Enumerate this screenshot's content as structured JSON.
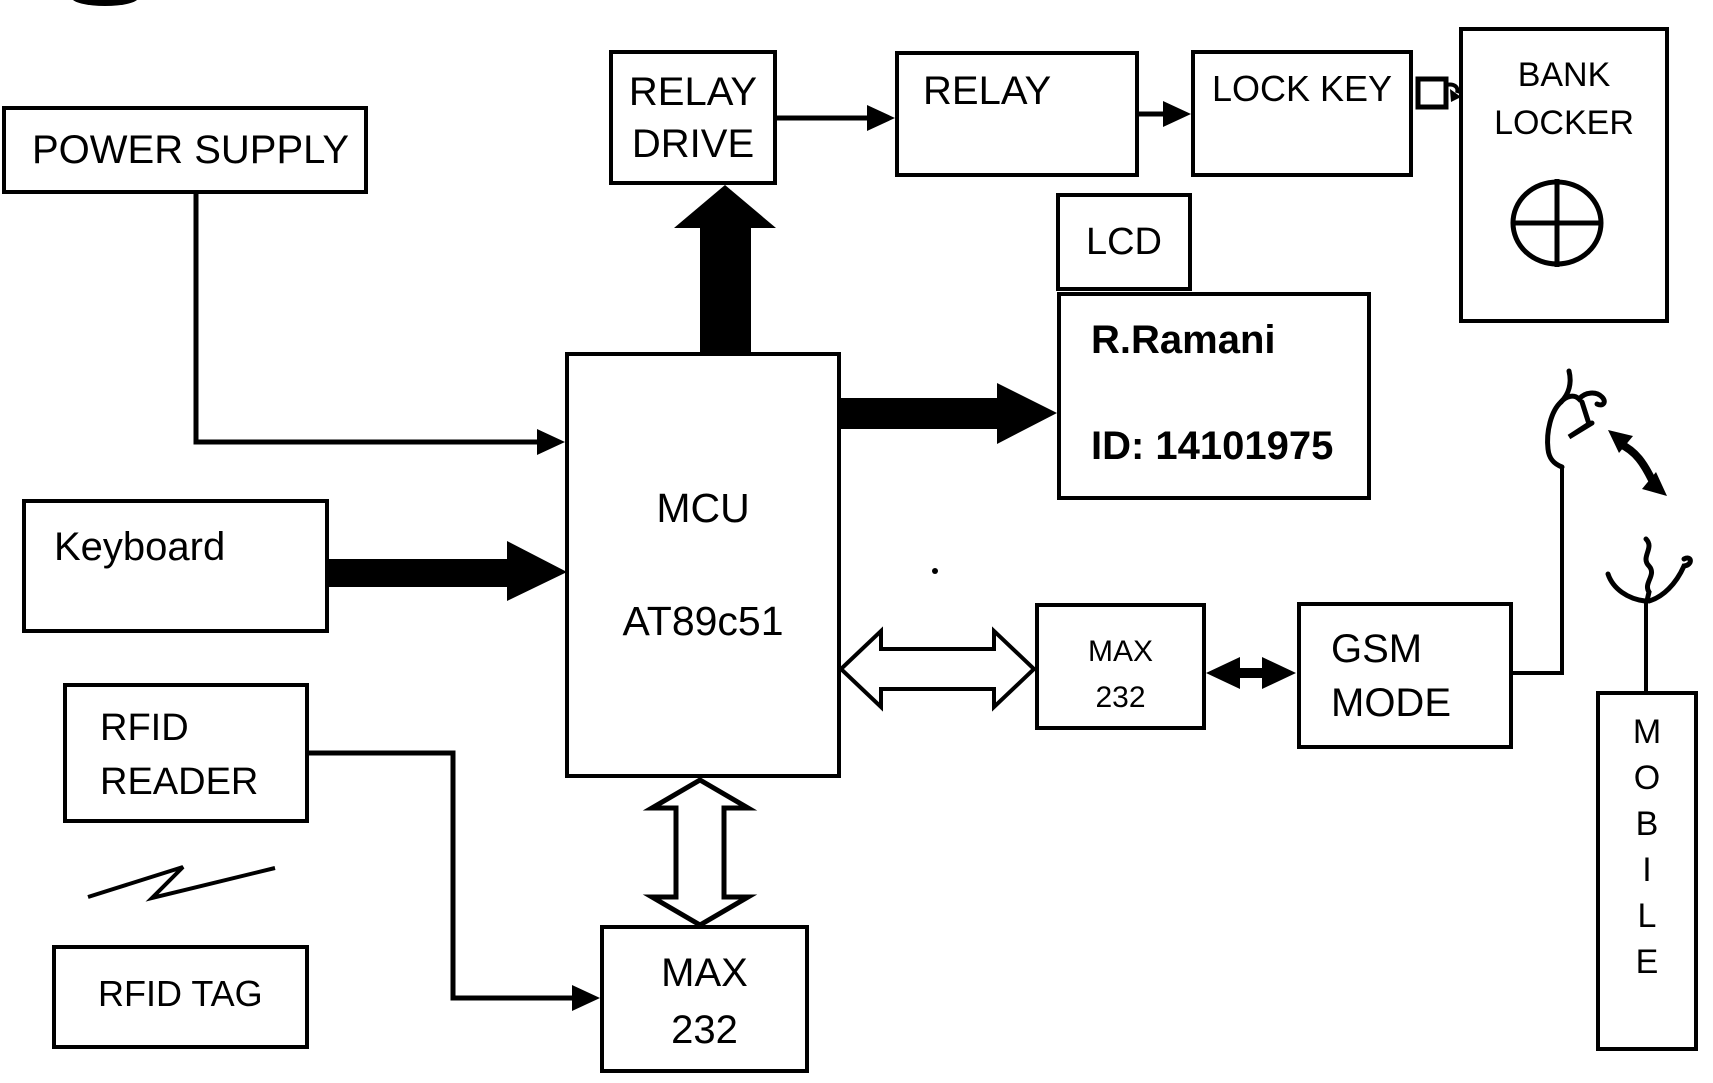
{
  "diagram": {
    "colors": {
      "ink": "#000000",
      "background": "#ffffff"
    },
    "nodes": {
      "power_supply": {
        "label": "POWER SUPPLY"
      },
      "relay_drive": {
        "line1": "RELAY",
        "line2": "DRIVE"
      },
      "relay": {
        "label": "RELAY"
      },
      "lock_key": {
        "label": "LOCK KEY"
      },
      "bank_locker": {
        "line1": "BANK",
        "line2": "LOCKER"
      },
      "lcd": {
        "label": "LCD"
      },
      "lcd_display": {
        "line1": "R.Ramani",
        "line2": "ID: 14101975"
      },
      "mcu": {
        "line1": "MCU",
        "line2": "AT89c51"
      },
      "keyboard": {
        "label": "Keyboard"
      },
      "rfid_reader": {
        "line1": "RFID",
        "line2": "READER"
      },
      "rfid_tag": {
        "label": "RFID TAG"
      },
      "max232_bottom": {
        "line1": "MAX",
        "line2": "232"
      },
      "max232_right": {
        "line1": "MAX",
        "line2": "232"
      },
      "gsm_mode": {
        "line1": "GSM",
        "line2": "MODE"
      },
      "mobile": {
        "letters": [
          "M",
          "O",
          "B",
          "I",
          "L",
          "E"
        ]
      }
    }
  }
}
